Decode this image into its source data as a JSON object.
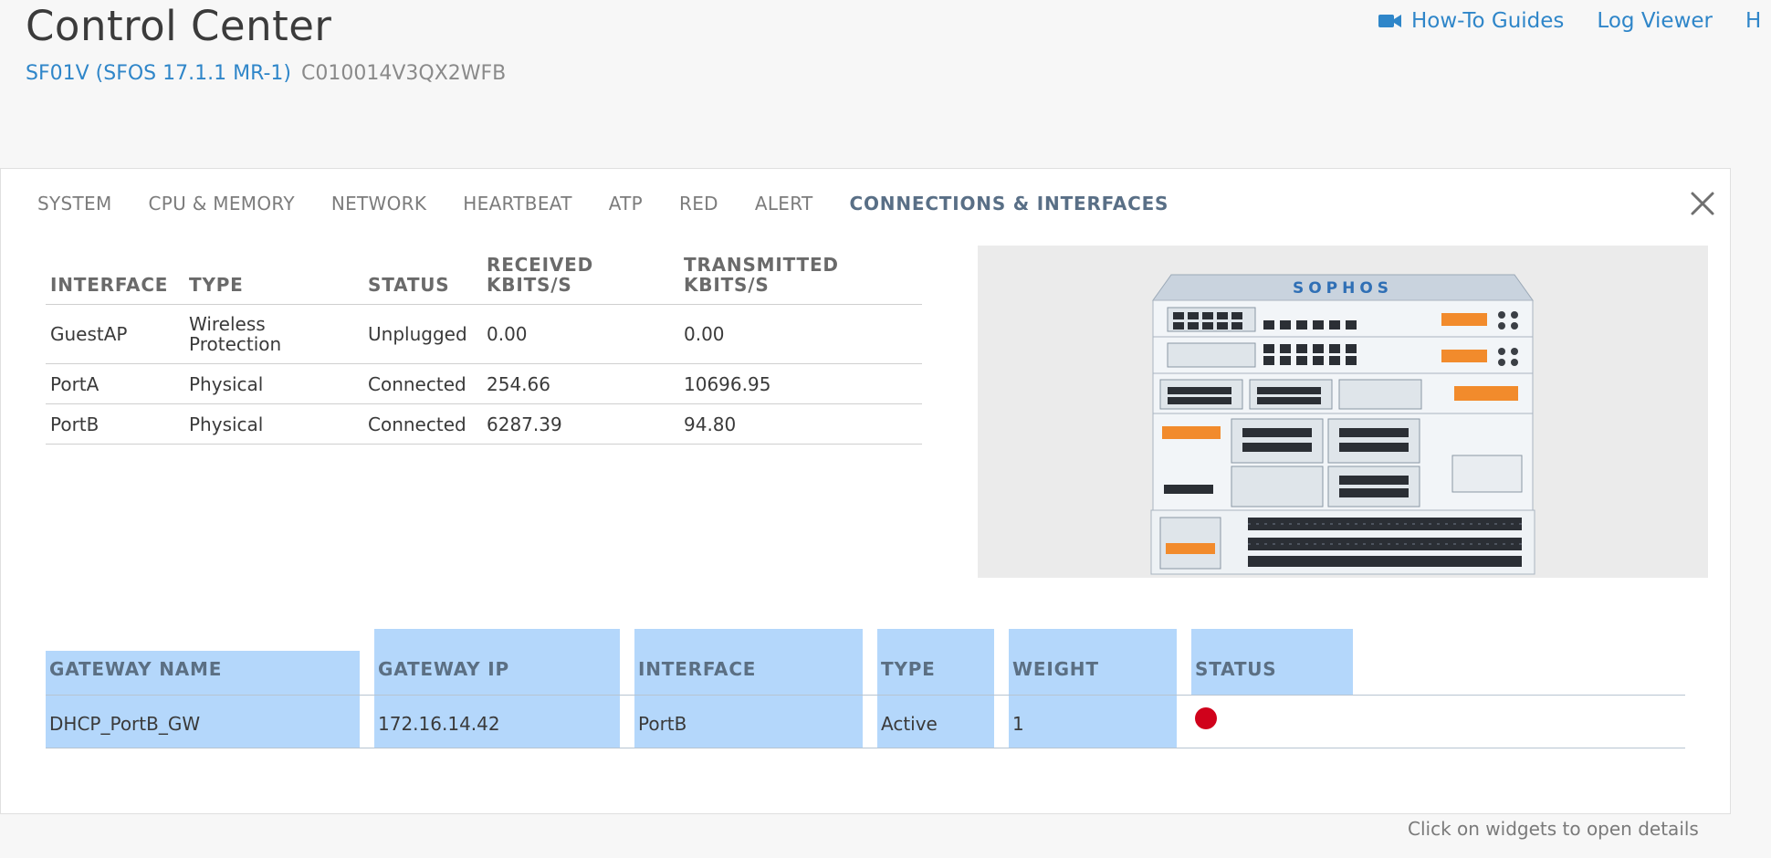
{
  "header": {
    "title": "Control Center",
    "model": "SF01V (SFOS 17.1.1 MR-1)",
    "serial": "C010014V3QX2WFB",
    "links": {
      "guides": "How-To Guides",
      "log_viewer": "Log Viewer",
      "partial": "H"
    }
  },
  "tabs": [
    {
      "label": "SYSTEM",
      "active": false
    },
    {
      "label": "CPU & MEMORY",
      "active": false
    },
    {
      "label": "NETWORK",
      "active": false
    },
    {
      "label": "HEARTBEAT",
      "active": false
    },
    {
      "label": "ATP",
      "active": false
    },
    {
      "label": "RED",
      "active": false
    },
    {
      "label": "ALERT",
      "active": false
    },
    {
      "label": "CONNECTIONS & INTERFACES",
      "active": true
    }
  ],
  "interfaces": {
    "headers": [
      "INTERFACE",
      "TYPE",
      "STATUS",
      "RECEIVED KBITS/S",
      "TRANSMITTED KBITS/S"
    ],
    "rows": [
      [
        "GuestAP",
        "Wireless Protection",
        "Unplugged",
        "0.00",
        "0.00"
      ],
      [
        "PortA",
        "Physical",
        "Connected",
        "254.66",
        "10696.95"
      ],
      [
        "PortB",
        "Physical",
        "Connected",
        "6287.39",
        "94.80"
      ]
    ]
  },
  "device_image": {
    "brand": "SOPHOS"
  },
  "gateways": {
    "headers": [
      "GATEWAY NAME",
      "GATEWAY IP",
      "INTERFACE",
      "TYPE",
      "WEIGHT",
      "STATUS"
    ],
    "rows": [
      {
        "name": "DHCP_PortB_GW",
        "ip": "172.16.14.42",
        "interface": "PortB",
        "type": "Active",
        "weight": "1",
        "status": "down"
      }
    ]
  },
  "hint": "Click on widgets to open details",
  "colors": {
    "accent": "#2f86c9",
    "selection": "#b4d7fb",
    "status_down": "#d0021b",
    "sophos_orange": "#f28b2c"
  }
}
